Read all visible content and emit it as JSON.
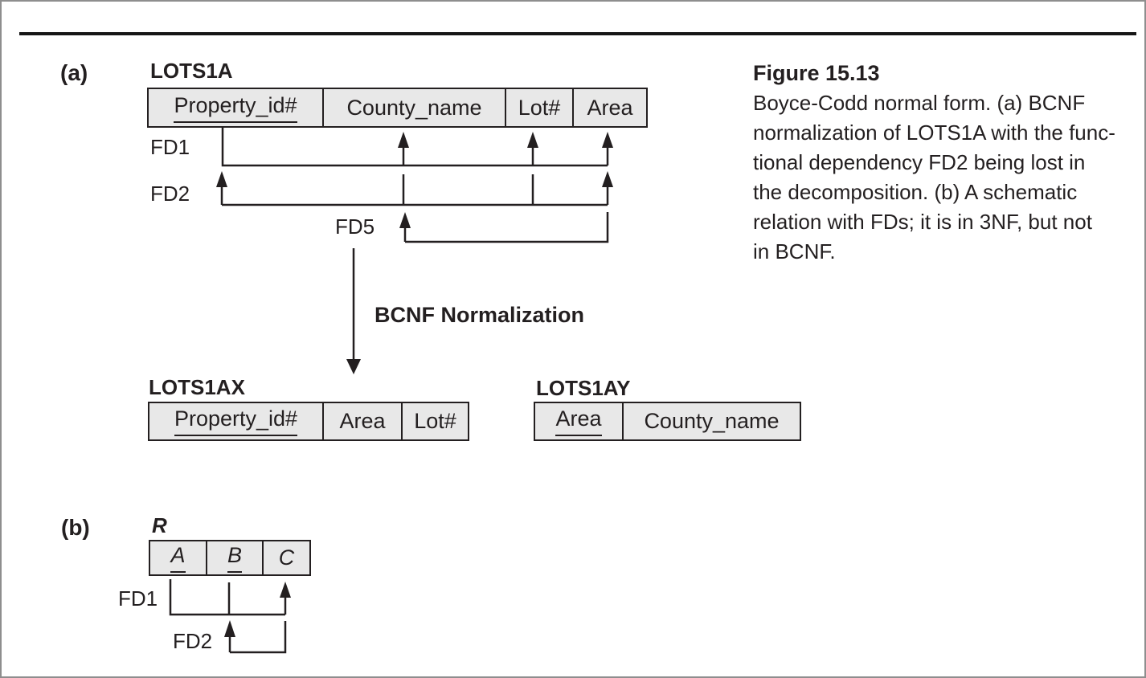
{
  "figure": {
    "panel_a": {
      "label": "(a)",
      "lots1a": {
        "name": "LOTS1A",
        "columns": [
          "Property_id#",
          "County_name",
          "Lot#",
          "Area"
        ]
      },
      "fd1": "FD1",
      "fd2": "FD2",
      "fd5": "FD5",
      "transform": "BCNF Normalization",
      "lots1ax": {
        "name": "LOTS1AX",
        "columns": [
          "Property_id#",
          "Area",
          "Lot#"
        ]
      },
      "lots1ay": {
        "name": "LOTS1AY",
        "columns": [
          "Area",
          "County_name"
        ]
      }
    },
    "panel_b": {
      "label": "(b)",
      "r": {
        "name": "R",
        "columns": [
          "A",
          "B",
          "C"
        ]
      },
      "fd1": "FD1",
      "fd2": "FD2"
    },
    "caption": {
      "title": "Figure 15.13",
      "lines": [
        "Boyce-Codd normal form. (a) BCNF",
        "normalization of LOTS1A with the func-",
        "tional dependency FD2 being lost in",
        "the decomposition. (b) A schematic",
        "relation with FDs; it is in 3NF, but not",
        "in BCNF."
      ]
    },
    "colors": {
      "cell_fill": "#e8e8e8",
      "ink": "#231f20"
    }
  }
}
